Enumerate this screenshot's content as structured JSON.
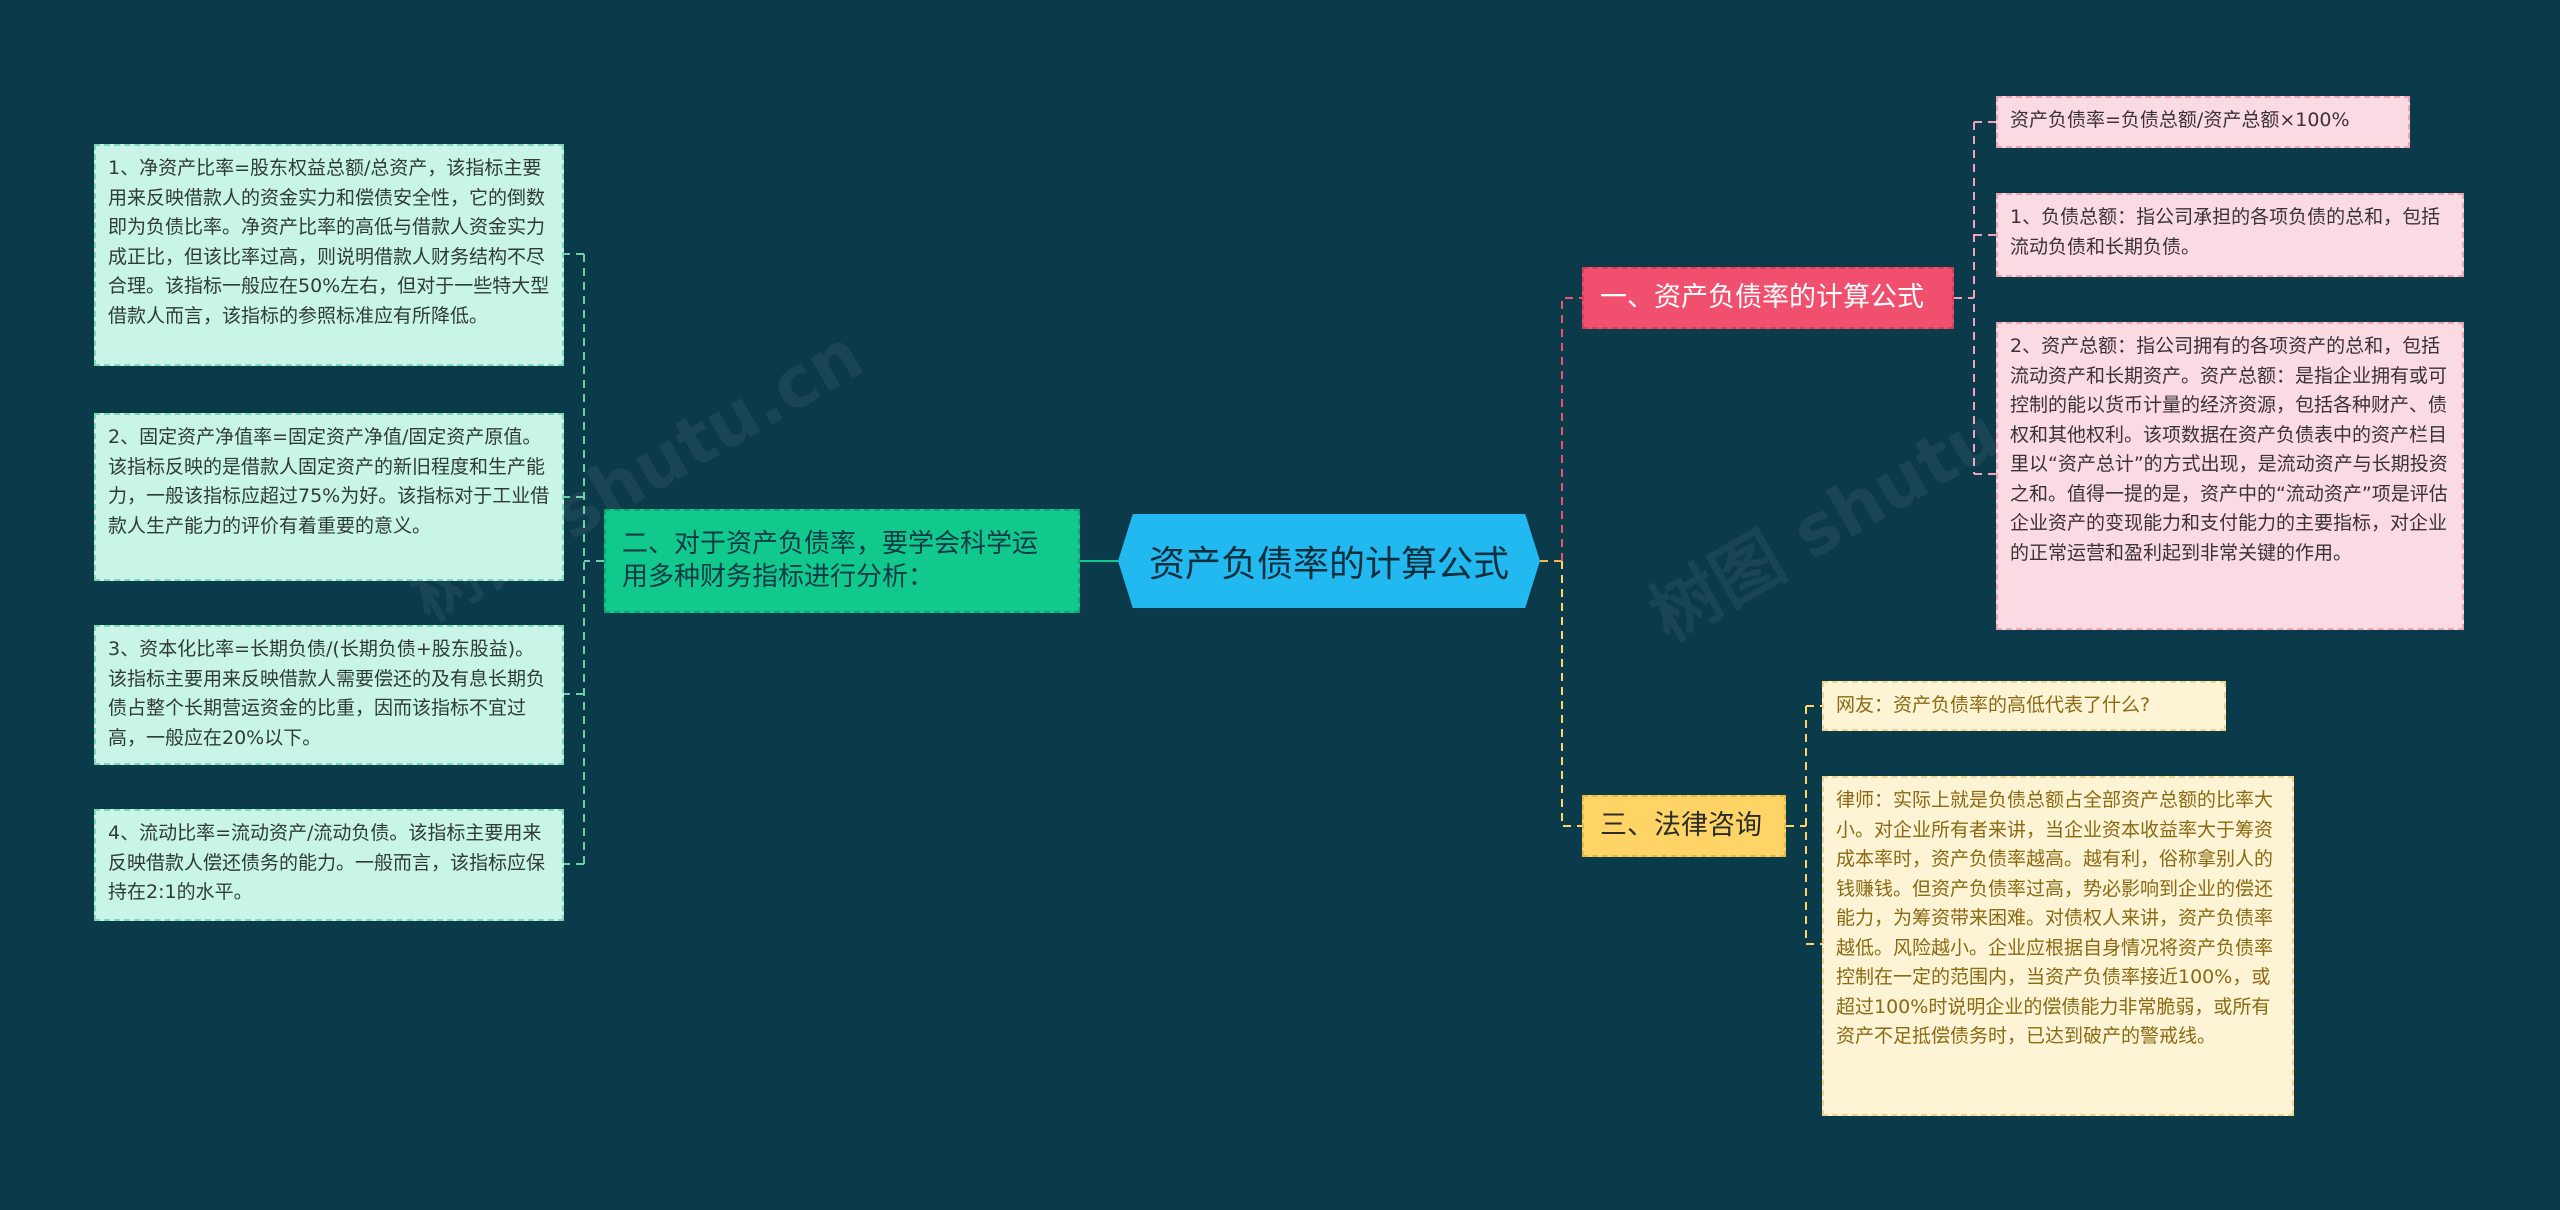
{
  "root": {
    "label": "资产负债率的计算公式"
  },
  "branches": {
    "formula": {
      "label": "一、资产负债率的计算公式",
      "items": [
        "资产负债率=负债总额/资产总额×100%",
        "1、负债总额：指公司承担的各项负债的总和，包括流动负债和长期负债。",
        "2、资产总额：指公司拥有的各项资产的总和，包括流动资产和长期资产。资产总额：是指企业拥有或可控制的能以货币计量的经济资源，包括各种财产、债权和其他权利。该项数据在资产负债表中的资产栏目里以“资产总计”的方式出现，是流动资产与长期投资之和。值得一提的是，资产中的“流动资产”项是评估企业资产的变现能力和支付能力的主要指标，对企业的正常运营和盈利起到非常关键的作用。"
      ]
    },
    "analysis": {
      "label": "二、对于资产负债率，要学会科学运用多种财务指标进行分析：",
      "items": [
        "1、净资产比率=股东权益总额/总资产，该指标主要用来反映借款人的资金实力和偿债安全性，它的倒数即为负债比率。净资产比率的高低与借款人资金实力成正比，但该比率过高，则说明借款人财务结构不尽合理。该指标一般应在50%左右，但对于一些特大型借款人而言，该指标的参照标准应有所降低。",
        "2、固定资产净值率=固定资产净值/固定资产原值。该指标反映的是借款人固定资产的新旧程度和生产能力，一般该指标应超过75%为好。该指标对于工业借款人生产能力的评价有着重要的意义。",
        "3、资本化比率=长期负债/(长期负债+股东股益)。该指标主要用来反映借款人需要偿还的及有息长期负债占整个长期营运资金的比重，因而该指标不宜过高，一般应在20%以下。",
        "4、流动比率=流动资产/流动负债。该指标主要用来反映借款人偿还债务的能力。一般而言，该指标应保持在2:1的水平。"
      ]
    },
    "legal": {
      "label": "三、法律咨询",
      "items": [
        "网友：资产负债率的高低代表了什么?",
        "律师：实际上就是负债总额占全部资产总额的比率大小。对企业所有者来讲，当企业资本收益率大于筹资成本率时，资产负债率越高。越有利，俗称拿别人的钱赚钱。但资产负债率过高，势必影响到企业的偿还能力，为筹资带来困难。对债权人来讲，资产负债率越低。风险越小。企业应根据自身情况将资产负债率控制在一定的范围内，当资产负债率接近100%，或超过100%时说明企业的偿债能力非常脆弱，或所有资产不足抵偿债务时，已达到破产的警戒线。"
      ]
    }
  },
  "colors": {
    "background": "#0b3a4a",
    "root": "#22b8f0",
    "formula": "#f0506e",
    "analysis": "#12c98d",
    "legal": "#fdd465"
  }
}
